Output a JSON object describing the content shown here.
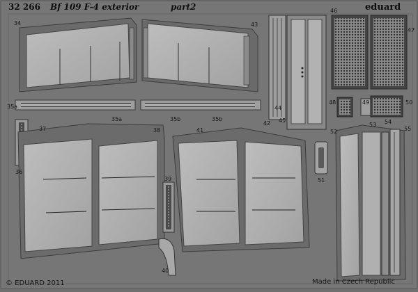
{
  "header": {
    "code": "32 266",
    "title": "Bf 109 F-4 exterior",
    "part": "part2",
    "brand": "eduard"
  },
  "footer": {
    "copyright": "© EDUARD 2011",
    "origin": "Made in Czech Republic"
  },
  "part_numbers": {
    "p34": "34",
    "p35a_left": "35a",
    "p35a": "35a",
    "p35b_left": "35b",
    "p35b": "35b",
    "p36": "36",
    "p37": "37",
    "p38": "38",
    "p39": "39",
    "p40": "40",
    "p41": "41",
    "p42": "42",
    "p43": "43",
    "p44": "44",
    "p45": "45",
    "p46": "46",
    "p47": "47",
    "p48": "48",
    "p49": "49",
    "p50": "50",
    "p51": "51",
    "p52": "52",
    "p53": "53",
    "p54": "54",
    "p55": "55"
  },
  "colors": {
    "sheet": "#727272",
    "metal": "#a9a9a9",
    "metal_light": "#b9b9b9",
    "outline": "#3c3c3c",
    "etch_dark": "#2e2e2e"
  }
}
